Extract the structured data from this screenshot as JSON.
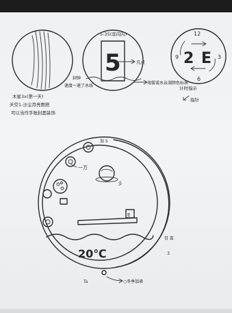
{
  "sketch1": {
    "caption_lines": [
      "木星3x(第一天)",
      "天空1-沙尘月亮图搭",
      "可以当作手账封面装饰"
    ]
  },
  "sketch2": {
    "header": "5-35(非闪闪)",
    "digit": "5",
    "right_label": "凡点",
    "left_label_1": "刻钟",
    "left_label_2": "速度一速了水线",
    "bottom_label": "海拔或水云湖颜色标表"
  },
  "sketch3": {
    "top_numeral": "12",
    "left_numeral": "9",
    "right_numeral": "3",
    "bottom_numeral": "6",
    "center_left_digit": "2",
    "center_right_digit": "E",
    "caption_1": "计时指示",
    "caption_2": "指针"
  },
  "big_dial": {
    "top_mark": "加 5",
    "moon_label": "一万",
    "small_symbol": "彡",
    "marker_letter": "E",
    "temperature": "20℃",
    "side_label": "甘 亩",
    "side_numeral": "3",
    "bottom_left_label": "Ta",
    "bottom_right_label": "○冬季加表"
  }
}
